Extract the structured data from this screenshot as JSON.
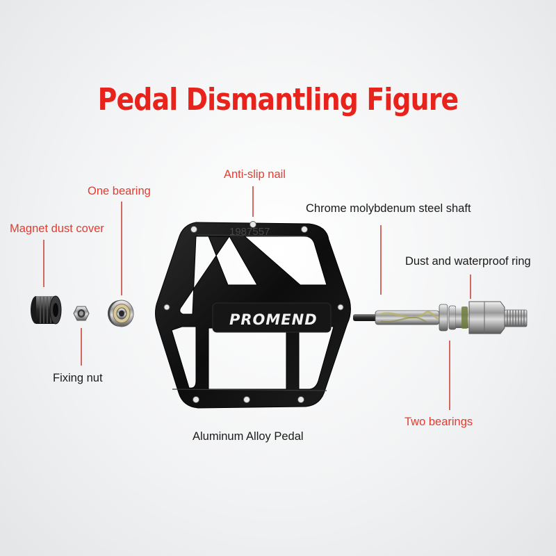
{
  "title": "Pedal Dismantling Figure",
  "pedal_logo": "PROMEND",
  "watermark": "1987557",
  "labels": {
    "anti_slip_nail": "Anti-slip nail",
    "one_bearing": "One bearing",
    "magnet_dust_cover": "Magnet dust cover",
    "fixing_nut": "Fixing nut",
    "aluminum_alloy_pedal": "Aluminum Alloy Pedal",
    "chrome_shaft": "Chrome molybdenum steel shaft",
    "dust_waterproof_ring": "Dust and waterproof ring",
    "two_bearings": "Two bearings"
  },
  "colors": {
    "title": "#e8231c",
    "highlight_label": "#e33b2e",
    "plain_label": "#1a1a1a",
    "leader_line": "#c9463a"
  }
}
